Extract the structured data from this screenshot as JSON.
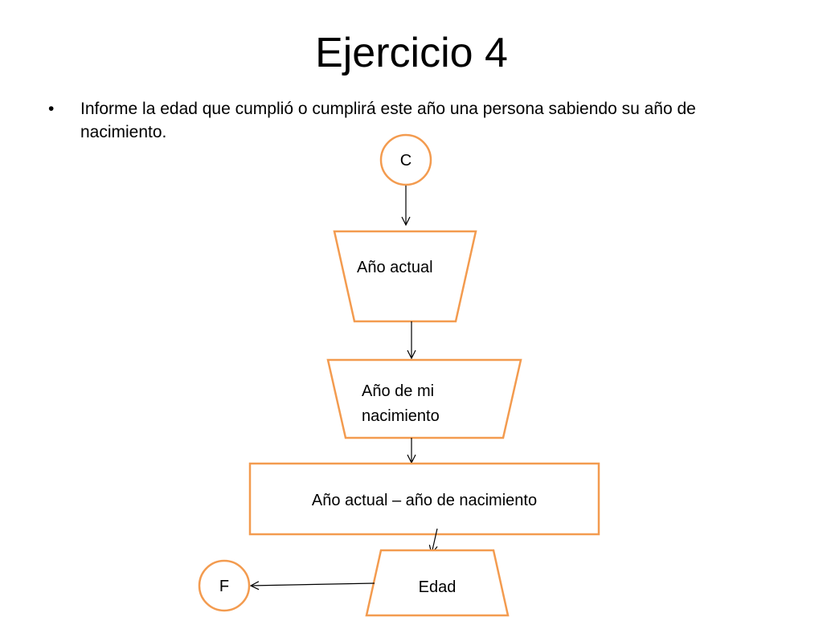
{
  "slide": {
    "title": "Ejercicio 4",
    "bullet_symbol": "•",
    "bullet_text": "Informe la edad que cumplió o cumplirá este año una persona sabiendo su año de nacimiento."
  },
  "flowchart": {
    "start_label": "C",
    "input_1": "Año actual",
    "input_2_line1": "Año de mi",
    "input_2_line2": "nacimiento",
    "process": "Año actual – año de nacimiento",
    "output": "Edad",
    "end_label": "F"
  },
  "colors": {
    "shape_stroke": "#F39B4F",
    "connector": "#000000"
  }
}
